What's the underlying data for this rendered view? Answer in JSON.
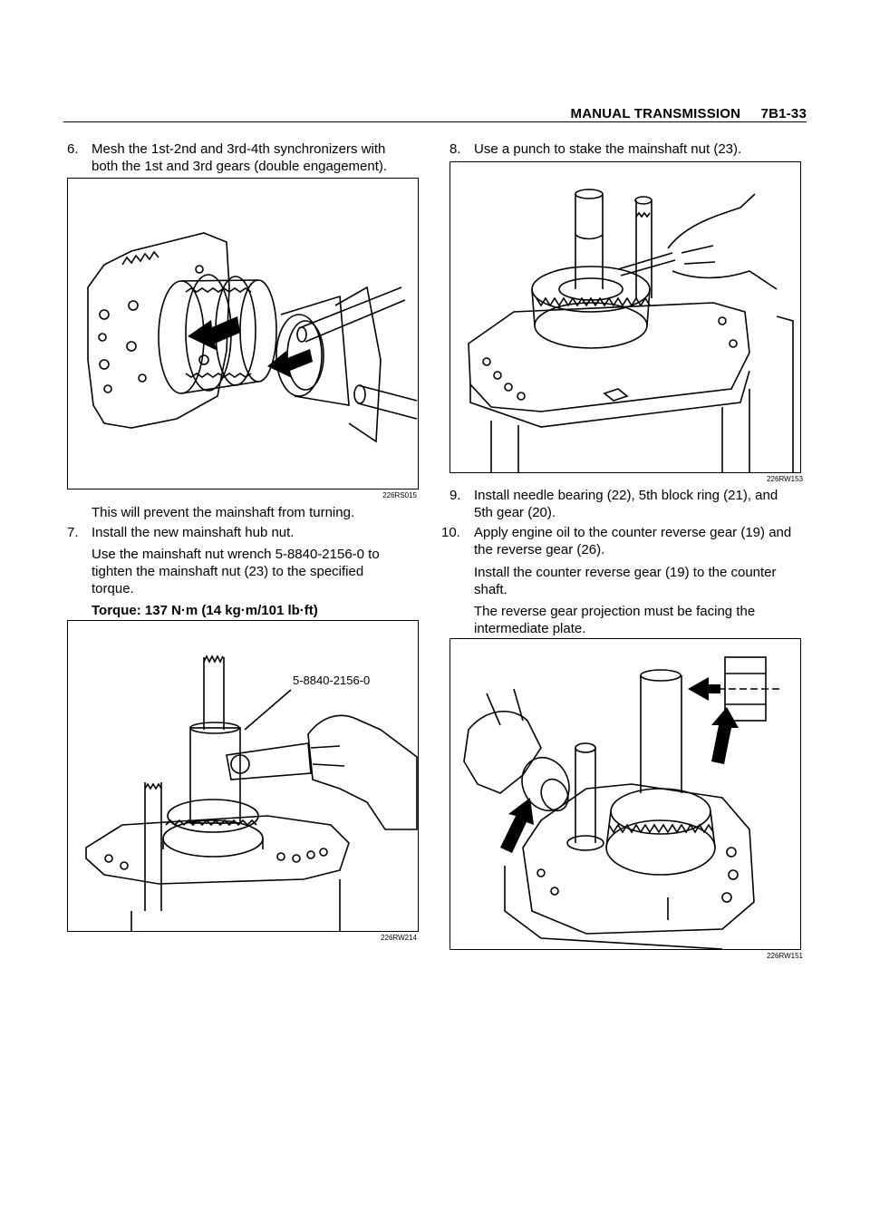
{
  "header": {
    "section_title": "MANUAL TRANSMISSION",
    "page_number": "7B1-33"
  },
  "left_column": {
    "step6": {
      "number": "6.",
      "line1": "Mesh the 1st-2nd and 3rd-4th synchronizers with",
      "line2": "both the 1st and 3rd gears (double engagement)."
    },
    "figure1": {
      "code": "226RS015",
      "icon": "synchronizer-engagement-illustration"
    },
    "note_after_fig1": "This will prevent the mainshaft from turning.",
    "step7": {
      "number": "7.",
      "line1": "Install the new mainshaft hub nut.",
      "sub1": "Use the mainshaft nut wrench 5-8840-2156-0 to",
      "sub2": "tighten the mainshaft nut (23) to the specified",
      "sub3": "torque.",
      "torque": "Torque: 137 N·m (14 kg·m/101 lb·ft)"
    },
    "figure2": {
      "code": "226RW214",
      "tool_label": "5-8840-2156-0",
      "icon": "mainshaft-nut-wrench-illustration"
    }
  },
  "right_column": {
    "step8": {
      "number": "8.",
      "line1": "Use a punch to stake the mainshaft nut (23)."
    },
    "figure3": {
      "code": "226RW153",
      "icon": "punch-staking-illustration"
    },
    "step9": {
      "number": "9.",
      "line1": "Install needle bearing (22), 5th block ring (21), and",
      "line2": "5th gear (20)."
    },
    "step10": {
      "number": "10.",
      "line1": "Apply engine oil to the counter reverse gear (19) and",
      "line2": "the reverse gear (26).",
      "sub1": "Install the counter reverse gear (19) to the counter",
      "sub2": "shaft.",
      "sub3": "The reverse gear projection must be facing the",
      "sub4": "intermediate plate."
    },
    "figure4": {
      "code": "226RW151",
      "icon": "counter-reverse-gear-illustration"
    }
  }
}
